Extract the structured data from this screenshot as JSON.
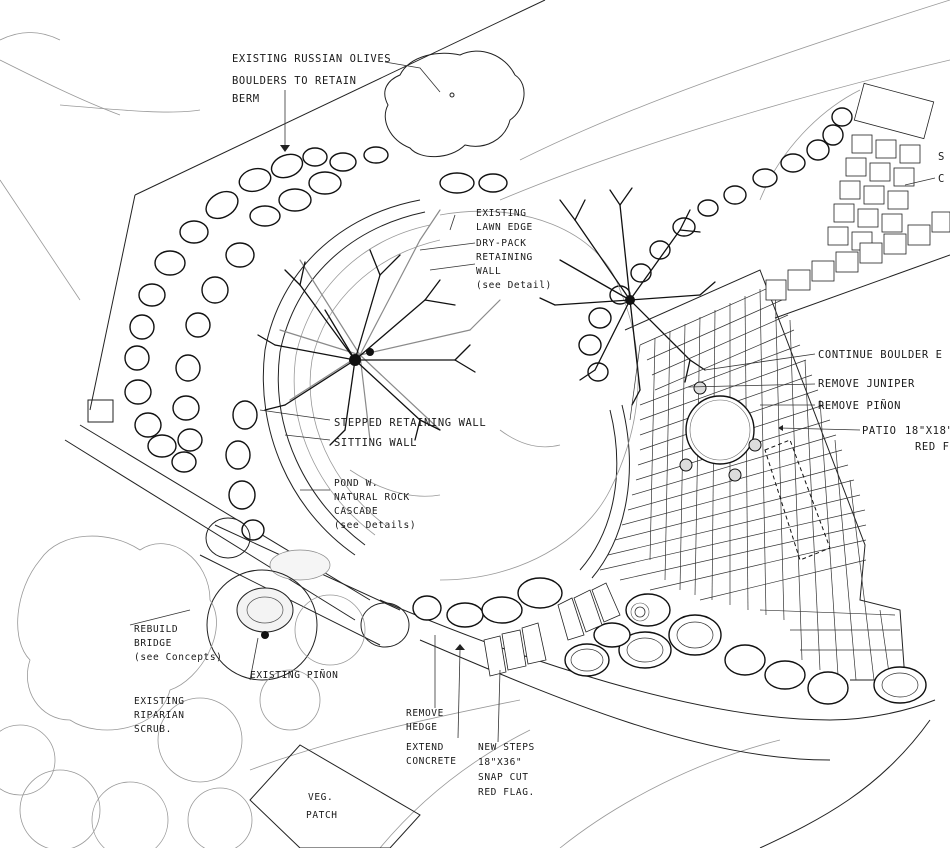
{
  "labels": {
    "russian_olives": "EXISTING RUSSIAN OLIVES",
    "boulders_line1": "BOULDERS TO RETAIN",
    "boulders_line2": "BERM",
    "lawn_edge_line1": "EXISTING",
    "lawn_edge_line2": "LAWN EDGE",
    "drypack_line1": "DRY-PACK",
    "drypack_line2": "RETAINING",
    "drypack_line3": "WALL",
    "drypack_line4": "(see Detail)",
    "stepped_wall": "STEPPED RETAINING WALL",
    "sitting_wall": "SITTING WALL",
    "pond_line1": "POND w.",
    "pond_line2": "NATURAL ROCK",
    "pond_line3": "CASCADE",
    "pond_line4": "(see Details)",
    "continue_boulder": "CONTINUE BOULDER E",
    "remove_juniper": "REMOVE JUNIPER",
    "remove_pinon": "REMOVE PIÑON",
    "patio_line1": "PATIO",
    "patio_line2": "18\"x18\"",
    "patio_line3": "RED F",
    "rebuild_line1": "REBUILD",
    "rebuild_line2": "BRIDGE",
    "rebuild_line3": "(see Concepts)",
    "existing_pinon": "EXISTING PIÑON",
    "riparian_line1": "EXISTING",
    "riparian_line2": "RIPARIAN",
    "riparian_line3": "SCRUB.",
    "remove_hedge_line1": "REMOVE",
    "remove_hedge_line2": "HEDGE",
    "extend_line1": "EXTEND",
    "extend_line2": "CONCRETE",
    "steps_line1": "NEW STEPS",
    "steps_line2": "18\"x36\"",
    "steps_line3": "SNAP CUT",
    "steps_line4": "RED FLAG.",
    "veg_line1": "VEG.",
    "veg_line2": "PATCH",
    "top_right_1": "S",
    "top_right_2": "C"
  },
  "colors": {
    "ink": "#111111",
    "pencil": "#8a8a8a",
    "paper": "#ffffff"
  }
}
